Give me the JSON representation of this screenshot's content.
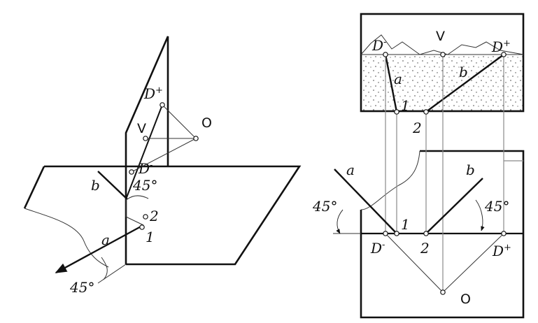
{
  "left_view": {
    "labels": {
      "d_plus": "D",
      "d_plus_sup": "+",
      "v": "V",
      "o": "O",
      "d_minus": "D",
      "d_minus_sup": "-",
      "b": "b",
      "angle_top": "45°",
      "two": "2",
      "a": "a",
      "one": "1",
      "angle_bottom": "45°"
    }
  },
  "right_view": {
    "labels": {
      "d_minus_top": "D",
      "d_minus_top_sup": "-",
      "v": "V",
      "d_plus_top": "D",
      "d_plus_top_sup": "+",
      "a_top": "a",
      "b_top": "b",
      "one_top": "1",
      "two_top": "2",
      "a_bottom": "a",
      "b_bottom": "b",
      "angle_left": "45°",
      "angle_right": "45°",
      "one_bottom": "1",
      "d_minus_bottom": "D",
      "d_minus_bottom_sup": "-",
      "two_bottom": "2",
      "d_plus_bottom": "D",
      "d_plus_bottom_sup": "+",
      "o": "O"
    }
  },
  "colors": {
    "line": "#111111",
    "projection": "#8a8a8a",
    "background": "#ffffff"
  }
}
